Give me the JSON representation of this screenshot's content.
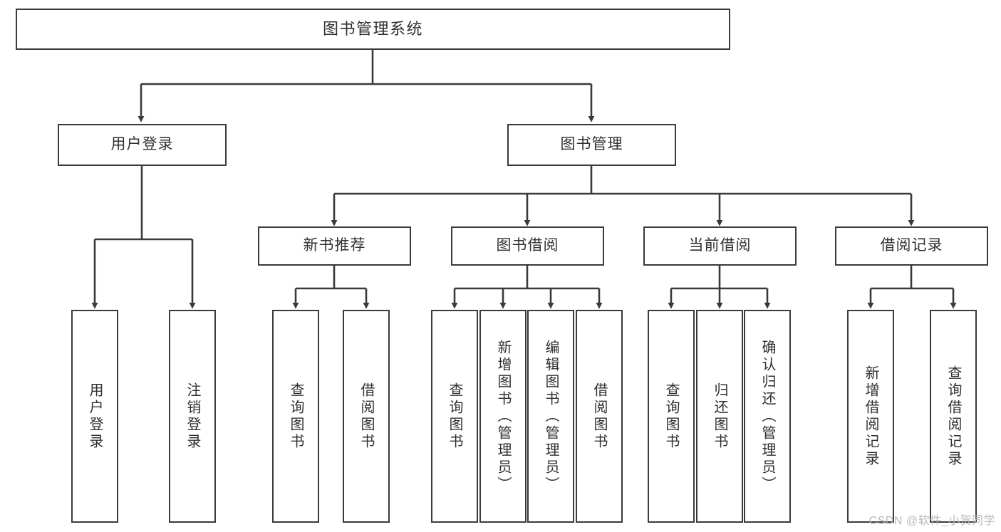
{
  "diagram": {
    "title": "图书管理系统",
    "type": "tree",
    "watermark": "CSDN @软件_小贺同学",
    "colors": {
      "border": "#3a3a3a",
      "text": "#303030",
      "background": "#ffffff",
      "connector": "#3a3a3a",
      "watermark": "#b9b9b9"
    },
    "levels": {
      "root_label": "图书管理系统",
      "level1": [
        {
          "id": "user-login",
          "label": "用户登录"
        },
        {
          "id": "book-management",
          "label": "图书管理"
        }
      ],
      "level2": [
        {
          "id": "new-book-recommend",
          "label": "新书推荐",
          "parent": "book-management"
        },
        {
          "id": "book-borrow",
          "label": "图书借阅",
          "parent": "book-management"
        },
        {
          "id": "current-borrow",
          "label": "当前借阅",
          "parent": "book-management"
        },
        {
          "id": "borrow-record",
          "label": "借阅记录",
          "parent": "book-management"
        }
      ],
      "leaves": [
        {
          "id": "leaf-user-login",
          "label": "用户登录",
          "parent": "user-login"
        },
        {
          "id": "leaf-logout",
          "label": "注销登录",
          "parent": "user-login"
        },
        {
          "id": "leaf-query-book-1",
          "label": "查询图书",
          "parent": "new-book-recommend"
        },
        {
          "id": "leaf-borrow-book-1",
          "label": "借阅图书",
          "parent": "new-book-recommend"
        },
        {
          "id": "leaf-query-book-2",
          "label": "查询图书",
          "parent": "book-borrow"
        },
        {
          "id": "leaf-add-book",
          "label": "新增图书（管理员）",
          "parent": "book-borrow"
        },
        {
          "id": "leaf-edit-book",
          "label": "编辑图书（管理员）",
          "parent": "book-borrow"
        },
        {
          "id": "leaf-borrow-book-2",
          "label": "借阅图书",
          "parent": "book-borrow"
        },
        {
          "id": "leaf-query-book-3",
          "label": "查询图书",
          "parent": "current-borrow"
        },
        {
          "id": "leaf-return-book",
          "label": "归还图书",
          "parent": "current-borrow"
        },
        {
          "id": "leaf-confirm-return",
          "label": "确认归还（管理员）",
          "parent": "current-borrow"
        },
        {
          "id": "leaf-add-record",
          "label": "新增借阅记录",
          "parent": "borrow-record"
        },
        {
          "id": "leaf-query-record",
          "label": "查询借阅记录",
          "parent": "borrow-record"
        }
      ]
    }
  }
}
